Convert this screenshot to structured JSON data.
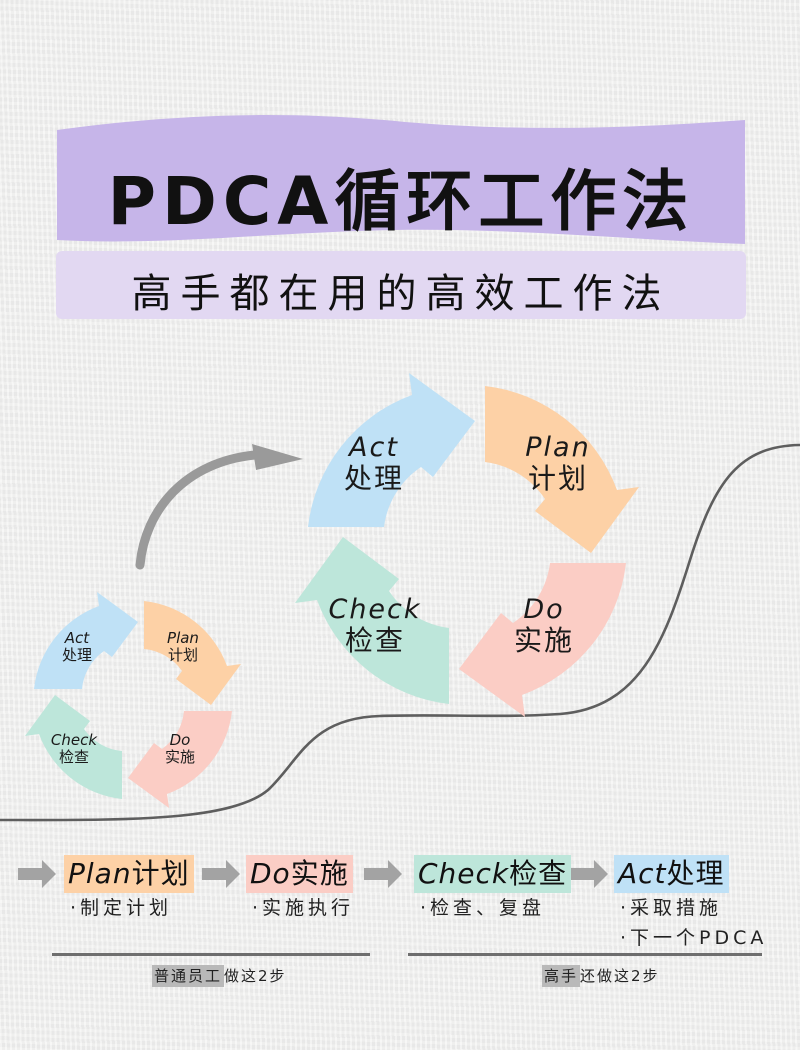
{
  "header": {
    "title": "PDCA循环工作法",
    "subtitle": "高手都在用的高效工作法"
  },
  "colors": {
    "title_band": "#c6b5e9",
    "subtitle_band": "#e2d8f2",
    "plan": "#fdd1a6",
    "do": "#fbcdc5",
    "check": "#bde6da",
    "act": "#bfe1f6",
    "gray_arrow": "#9a9a9a",
    "curve": "#5e5e5e"
  },
  "big_cycle": {
    "act": {
      "en": "Act",
      "zh": "处理"
    },
    "plan": {
      "en": "Plan",
      "zh": "计划"
    },
    "do": {
      "en": "Do",
      "zh": "实施"
    },
    "check": {
      "en": "Check",
      "zh": "检查"
    }
  },
  "small_cycle": {
    "act": {
      "en": "Act",
      "zh": "处理"
    },
    "plan": {
      "en": "Plan",
      "zh": "计划"
    },
    "do": {
      "en": "Do",
      "zh": "实施"
    },
    "check": {
      "en": "Check",
      "zh": "检查"
    }
  },
  "steps": [
    {
      "en": "Plan",
      "zh": "计划",
      "items": [
        "·制定计划"
      ]
    },
    {
      "en": "Do",
      "zh": "实施",
      "items": [
        "·实施执行"
      ]
    },
    {
      "en": "Check",
      "zh": "检查",
      "items": [
        "·检查、复盘"
      ]
    },
    {
      "en": "Act",
      "zh": "处理",
      "items": [
        "·采取措施",
        "·下一个PDCA"
      ]
    }
  ],
  "captions": {
    "left_highlight": "普通员工",
    "left_rest": "做这2步",
    "right_highlight": "高手",
    "right_rest": "还做这2步"
  }
}
